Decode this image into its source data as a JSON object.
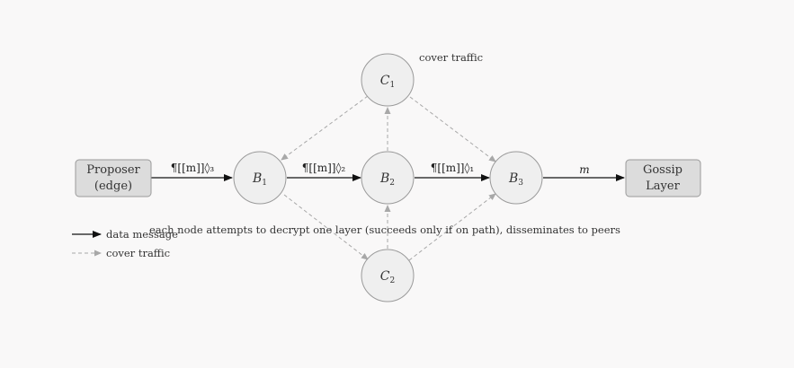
{
  "diagram": {
    "nodes": {
      "proposer": {
        "line1": "Proposer",
        "line2": "(edge)"
      },
      "gossip": {
        "line1": "Gossip",
        "line2": "Layer"
      },
      "b1": {
        "label": "B",
        "sub": "1"
      },
      "b2": {
        "label": "B",
        "sub": "2"
      },
      "b3": {
        "label": "B",
        "sub": "3"
      },
      "c1": {
        "label": "C",
        "sub": "1"
      },
      "c2": {
        "label": "C",
        "sub": "2"
      }
    },
    "edges": {
      "proposer_b1": "¶[[m]]◊₃",
      "b1_b2": "¶[[m]]◊₂",
      "b2_b3": "¶[[m]]◊₁",
      "b3_gossip": "m"
    },
    "annotations": {
      "cover_traffic": "cover traffic",
      "attempt_note": "each node attempts to decrypt one layer (succeeds only if on path), disseminates to peers"
    },
    "legend": {
      "data_message": "data message",
      "cover_traffic": "cover traffic"
    },
    "colors": {
      "node_fill": "#efefef",
      "node_stroke": "#9a9a9a",
      "box_fill": "#dcdcdc",
      "data_edge": "#111111",
      "cover_edge": "#a8a8a8"
    }
  }
}
